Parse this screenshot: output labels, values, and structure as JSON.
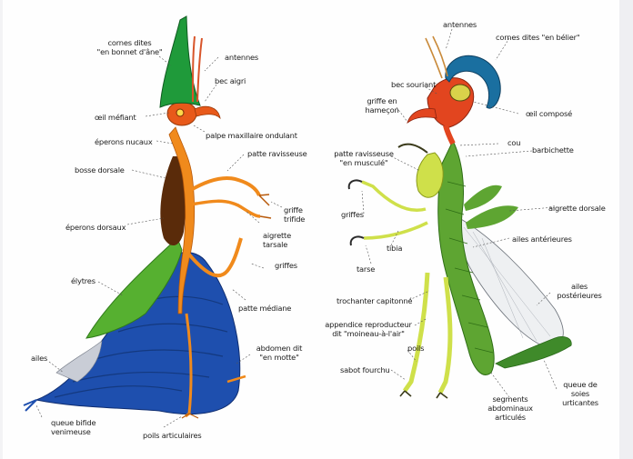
{
  "left_labels": {
    "cornes": "cornes dites",
    "cornes2": "\"en bonnet d'âne\"",
    "antennes": "antennes",
    "bec_aigri": "bec aigri",
    "oeil": "œil méfiant",
    "palpe": "palpe maxillaire ondulant",
    "eperons_nucaux": "éperons nucaux",
    "patte_ravisseuse": "patte ravisseuse",
    "bosse": "bosse dorsale",
    "griffe_trifide": "griffe",
    "griffe_trifide2": "trifide",
    "eperons_dorsaux": "éperons dorsaux",
    "aigrette": "aigrette",
    "aigrette2": "tarsale",
    "griffes": "griffes",
    "elytres": "élytres",
    "patte_mediane": "patte médiane",
    "abdomen": "abdomen dit",
    "abdomen2": "\"en motte\"",
    "ailes": "ailes",
    "queue": "queue bifide",
    "queue2": "venimeuse",
    "poils": "poils articulaires"
  },
  "right_labels": {
    "antennes": "antennes",
    "cornes": "cornes dites \"en bélier\"",
    "bec": "bec souriant",
    "griffe_hamecon": "griffe en",
    "griffe_hamecon2": "hameçon",
    "oeil": "œil composé",
    "cou": "cou",
    "barbichette": "barbichette",
    "patte_ravisseuse": "patte ravisseuse",
    "patte_ravisseuse2": "\"en musculé\"",
    "griffes": "griffes",
    "aigrette": "aigrette dorsale",
    "tibia": "tibia",
    "ailes_ant": "ailes antérieures",
    "tarse": "tarse",
    "ailes_post": "ailes",
    "ailes_post2": "postérieures",
    "trochanter": "trochanter capitonné",
    "appendice": "appendice reproducteur",
    "appendice2": "dit \"moineau-à-l'air\"",
    "poils": "poils",
    "sabot": "sabot fourchu",
    "queue": "queue de",
    "queue2": "soies",
    "queue3": "urticantes",
    "segments": "segments",
    "segments2": "abdominaux",
    "segments3": "articulés"
  },
  "colors": {
    "left_horn": "#1f9a3a",
    "left_body": "#f08a1c",
    "left_abdomen": "#1e4fae",
    "left_elytra": "#56b030",
    "right_horn": "#1a6fa0",
    "right_head": "#e2451f",
    "right_body": "#5ea532",
    "right_legs": "#cfe04a",
    "ink": "#1d1d1d"
  },
  "icons": [
    "left-creature-illustration",
    "right-creature-illustration"
  ]
}
